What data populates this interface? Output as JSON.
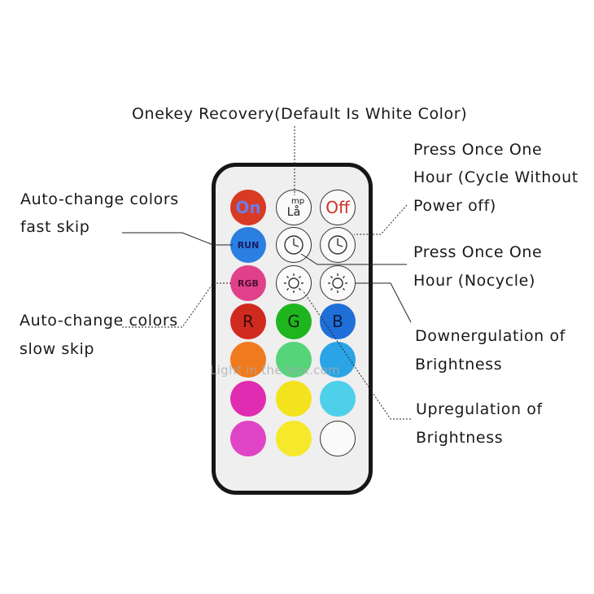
{
  "labels": {
    "onekey": "Onekey Recovery(Default Is White Color)",
    "fast_line1": "Auto-change colors",
    "fast_line2": "fast skip",
    "slow_line1": "Auto-change colors",
    "slow_line2": "slow skip",
    "cycle_line1": "Press Once One",
    "cycle_line2": "Hour (Cycle Without",
    "cycle_line3": "Power off)",
    "nocycle_line1": "Press Once One",
    "nocycle_line2": "Hour (Nocycle)",
    "down_line1": "Downergulation of",
    "down_line2": "Brightness",
    "up_line1": "Upregulation of",
    "up_line2": "Brightness"
  },
  "buttons": {
    "on": "On",
    "lamp_top": "mp",
    "lamp_bottom": "Lå",
    "off": "Off",
    "run": "RUN",
    "rgb": "RGB",
    "r": "R",
    "g": "G",
    "b": "B"
  },
  "watermark": "Light in the box.com",
  "colors": {
    "on": "#d83a22",
    "run": "#2a7fe0",
    "rgb": "#e0418a",
    "r": "#d02a1f",
    "g": "#1fb51f",
    "b": "#1f6fd8",
    "orange": "#f07a1e",
    "light_green": "#55d47a",
    "sky_blue": "#2aa4e6",
    "magenta": "#e02cb0",
    "yellow": "#f3e31c",
    "cyan": "#4fd0ea",
    "magenta2": "#e044c6",
    "yellow2": "#f6e82a",
    "white": "#fafafa"
  }
}
